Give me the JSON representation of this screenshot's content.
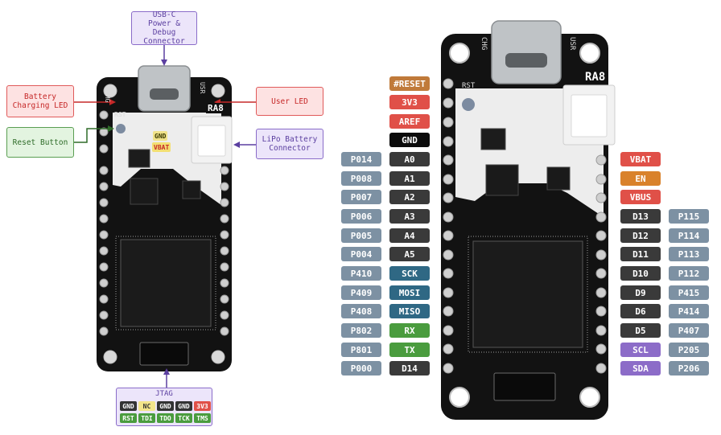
{
  "left_board": {
    "usb_callout": "USB-C\nPower & Debug\nConnector",
    "battery_led_callout": "Battery\nCharging LED",
    "user_led_callout": "User LED",
    "reset_callout": "Reset Button",
    "lipo_callout": "LiPo Battery\nConnector",
    "gnd_label": "GND",
    "vbat_label": "VBAT",
    "silk_chg": "CHG",
    "silk_usr": "USR",
    "silk_rst": "RST",
    "silk_ra8": "RA8",
    "jtag": {
      "title": "JTAG",
      "row1": [
        "GND",
        "NC",
        "GND",
        "GND",
        "3V3"
      ],
      "row2": [
        "RST",
        "TDI",
        "TDO",
        "TCK",
        "TMS"
      ]
    }
  },
  "right_board": {
    "silk_chg": "CHG",
    "silk_usr": "USR",
    "silk_rst": "RST",
    "silk_ra8": "RA8",
    "left_pins": [
      {
        "port": "",
        "fn": "#RESET"
      },
      {
        "port": "",
        "fn": "3V3"
      },
      {
        "port": "",
        "fn": "AREF"
      },
      {
        "port": "",
        "fn": "GND"
      },
      {
        "port": "P014",
        "fn": "A0"
      },
      {
        "port": "P008",
        "fn": "A1"
      },
      {
        "port": "P007",
        "fn": "A2"
      },
      {
        "port": "P006",
        "fn": "A3"
      },
      {
        "port": "P005",
        "fn": "A4"
      },
      {
        "port": "P004",
        "fn": "A5"
      },
      {
        "port": "P410",
        "fn": "SCK"
      },
      {
        "port": "P409",
        "fn": "MOSI"
      },
      {
        "port": "P408",
        "fn": "MISO"
      },
      {
        "port": "P802",
        "fn": "RX"
      },
      {
        "port": "P801",
        "fn": "TX"
      },
      {
        "port": "P000",
        "fn": "D14"
      }
    ],
    "right_pins": [
      {
        "fn": "VBAT",
        "port": ""
      },
      {
        "fn": "EN",
        "port": ""
      },
      {
        "fn": "VBUS",
        "port": ""
      },
      {
        "fn": "D13",
        "port": "P115"
      },
      {
        "fn": "D12",
        "port": "P114"
      },
      {
        "fn": "D11",
        "port": "P113"
      },
      {
        "fn": "D10",
        "port": "P112"
      },
      {
        "fn": "D9",
        "port": "P415"
      },
      {
        "fn": "D6",
        "port": "P414"
      },
      {
        "fn": "D5",
        "port": "P407"
      },
      {
        "fn": "SCL",
        "port": "P205"
      },
      {
        "fn": "SDA",
        "port": "P206"
      }
    ]
  },
  "colors": {
    "pcb": "#111111",
    "port_pill": "#7d91a3",
    "analog_pill": "#3a3a3a",
    "spi_pill": "#2f6884",
    "uart_pill": "#4a9c3e",
    "power_pill": "#e05048",
    "i2c_pill": "#8c6cc8"
  }
}
